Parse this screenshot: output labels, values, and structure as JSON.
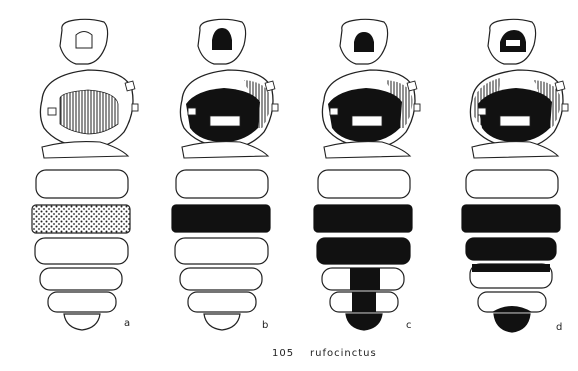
{
  "figure": {
    "number": "105",
    "species": "rufocinctus",
    "panels": [
      {
        "label": "a",
        "pattern": "hatched-thorax-center, stippled-tergite-3"
      },
      {
        "label": "b",
        "pattern": "dark-head-center, dark-thorax-lower, dark-tergite-3"
      },
      {
        "label": "c",
        "pattern": "dark-head-center, dark-thorax-lower, dark-tergites-3-4, dark-center-5-6, dark-apex"
      },
      {
        "label": "d",
        "pattern": "dark-head-band, dark-thorax, dark-tergites-3-4, dark-margins-5-6, dark-apex"
      }
    ]
  },
  "colors": {
    "ink": "#1a1a1a",
    "paper": "#ffffff"
  }
}
